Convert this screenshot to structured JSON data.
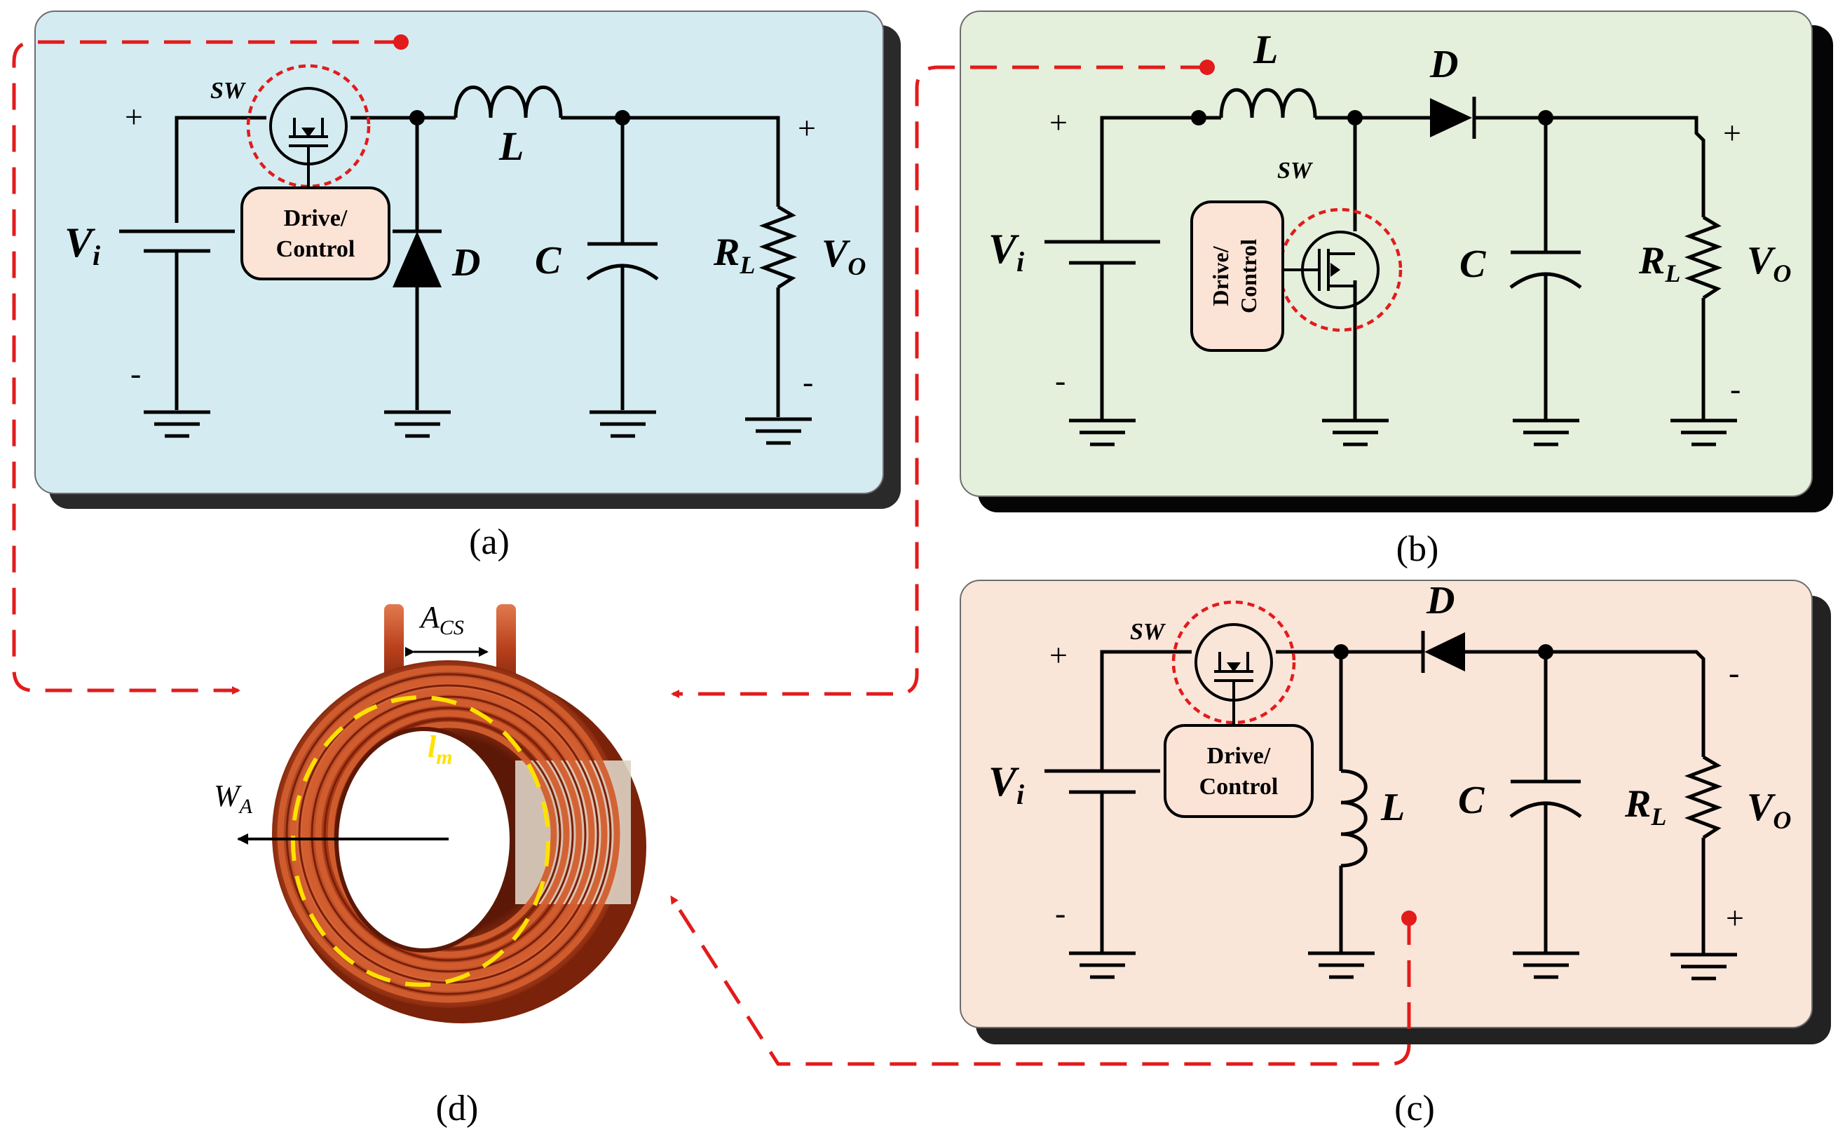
{
  "panels": {
    "a": {
      "caption": "(a)",
      "bg": "#d4ecf1",
      "labels": {
        "sw": "SW",
        "l": "L",
        "d": "D",
        "c": "C",
        "rl_main": "R",
        "rl_sub": "L",
        "vo_main": "V",
        "vo_sub": "O",
        "vi_main": "V",
        "vi_sub": "i",
        "plus_in": "+",
        "minus_in": "-",
        "plus_out": "+",
        "minus_out": "-",
        "drive1": "Drive/",
        "drive2": "Control"
      }
    },
    "b": {
      "caption": "(b)",
      "bg": "#e4efdc",
      "labels": {
        "sw": "SW",
        "l": "L",
        "d": "D",
        "c": "C",
        "rl_main": "R",
        "rl_sub": "L",
        "vo_main": "V",
        "vo_sub": "O",
        "vi_main": "V",
        "vi_sub": "i",
        "plus_in": "+",
        "minus_in": "-",
        "plus_out": "+",
        "minus_out": "-",
        "drive1": "Drive/",
        "drive2": "Control"
      }
    },
    "c": {
      "caption": "(c)",
      "bg": "#fae5d9",
      "labels": {
        "sw": "SW",
        "l": "L",
        "d": "D",
        "c": "C",
        "rl_main": "R",
        "rl_sub": "L",
        "vo_main": "V",
        "vo_sub": "O",
        "vi_main": "V",
        "vi_sub": "i",
        "plus_in": "+",
        "minus_in": "-",
        "plus_out": "+",
        "minus_out": "-",
        "drive1": "Drive/",
        "drive2": "Control"
      }
    },
    "d": {
      "caption": "(d)",
      "labels": {
        "acs_main": "A",
        "acs_sub": "CS",
        "wa_main": "W",
        "wa_sub": "A",
        "lm_main": "l",
        "lm_sub": "m"
      }
    }
  },
  "colors": {
    "arrow": "#e21b1b",
    "shadow": "#1a1a1a",
    "drive_box": "#fbe3d6",
    "copper": "#b8401c",
    "magnetic_path": "#ffe200"
  }
}
